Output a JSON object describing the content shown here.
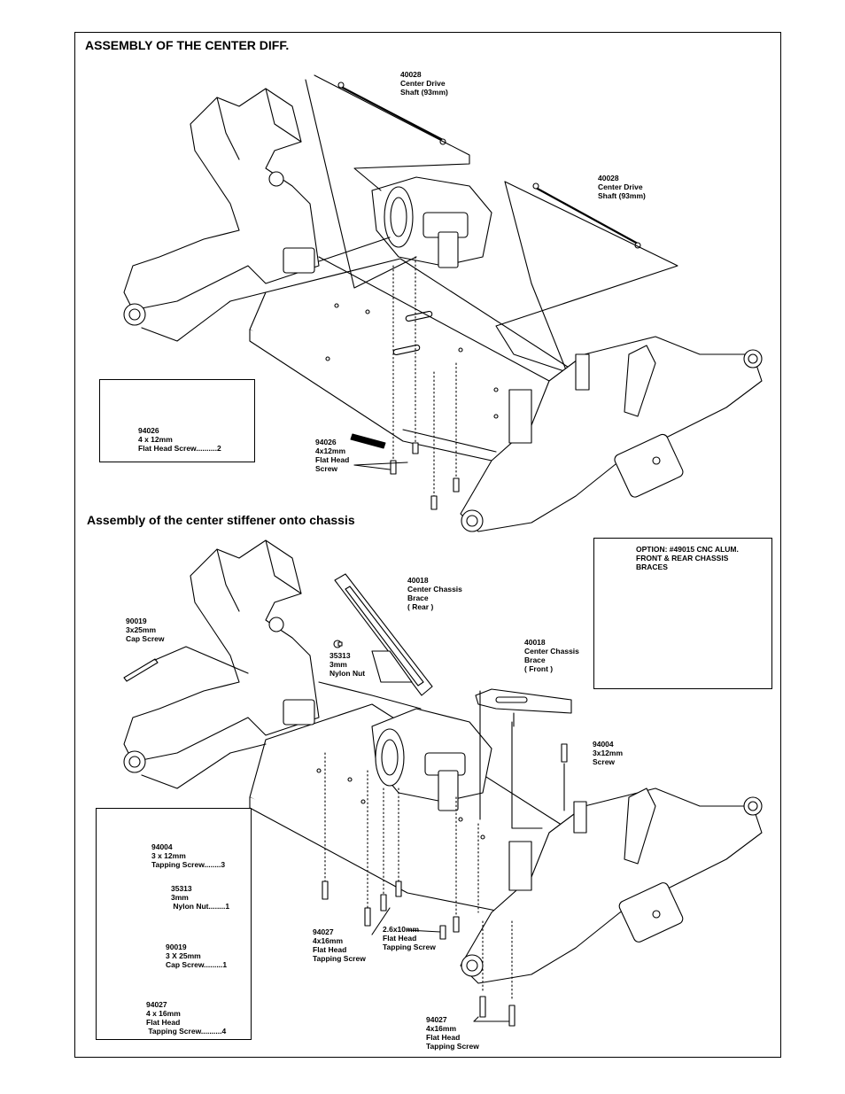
{
  "sections": {
    "center_diff_title": "ASSEMBLY OF THE CENTER DIFF.",
    "stiffener_title": "Assembly of the center stiffener onto chassis"
  },
  "callouts": {
    "shaft_a": "40028\nCenter Drive\nShaft (93mm)",
    "shaft_b": "40028\nCenter Drive\nShaft (93mm)",
    "screw_94026": "94026\n4x12mm\nFlat Head\nScrew",
    "cap_90019": "90019\n3x25mm\nCap Screw",
    "nut_35313": "35313\n3mm\nNylon Nut",
    "brace_rear": "40018\nCenter Chassis\nBrace\n( Rear )",
    "brace_front": "40018\nCenter Chassis\nBrace\n( Front )",
    "screw_94004": "94004\n3x12mm\nScrew",
    "tap_2_6x10": "2.6x10mm\nFlat Head\nTapping Screw",
    "tap_94027_a": "94027\n4x16mm\nFlat Head\nTapping Screw",
    "tap_94027_b": "94027\n4x16mm\nFlat Head\nTapping Screw"
  },
  "parts_box_1": {
    "item": "94026\n4 x 12mm\nFlat Head Screw..........2"
  },
  "parts_box_2": {
    "items": [
      "94004\n3 x 12mm\nTapping Screw........3",
      "35313\n3mm\n Nylon Nut........1",
      "90019\n3 X 25mm\nCap Screw.........1",
      "94027\n4 x 16mm\nFlat Head\n Tapping Screw..........4"
    ]
  },
  "option_box": {
    "text": "OPTION: #49015 CNC ALUM.\nFRONT & REAR CHASSIS\nBRACES"
  }
}
